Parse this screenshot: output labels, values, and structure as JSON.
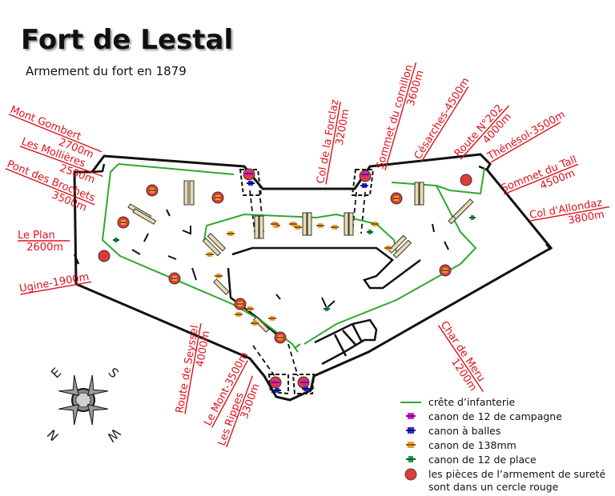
{
  "title": "Fort de Lestal",
  "subtitle": "Armement du fort en 1879",
  "directions": [
    {
      "id": "mont-gombert",
      "lines": [
        "Mont Gombert",
        "2700m"
      ]
    },
    {
      "id": "mollieres",
      "lines": [
        "Les Mollières",
        "2500m"
      ]
    },
    {
      "id": "pont-des-brochets",
      "lines": [
        "Pont des Brochets",
        "3500m"
      ]
    },
    {
      "id": "le-plan",
      "lines": [
        "Le Plan",
        "2600m"
      ]
    },
    {
      "id": "ugine",
      "lines": [
        "Ugine-1900m"
      ]
    },
    {
      "id": "col-de-la-forclaz",
      "lines": [
        "Col de la Forclaz",
        "3200m"
      ]
    },
    {
      "id": "sommet-du-cornillon",
      "lines": [
        "Sommet du cornillon",
        "3600m"
      ]
    },
    {
      "id": "cesarches",
      "lines": [
        "Césarches-4500m"
      ]
    },
    {
      "id": "route-202",
      "lines": [
        "Route N°202",
        "4000m"
      ]
    },
    {
      "id": "thenesol",
      "lines": [
        "Thénésol-3500m"
      ]
    },
    {
      "id": "sommet-du-tall",
      "lines": [
        "Sommet du Tall",
        "4500m"
      ]
    },
    {
      "id": "col-d-allondaz",
      "lines": [
        "Col d'Allondaz",
        "3800m"
      ]
    },
    {
      "id": "char-de-meru",
      "lines": [
        "Char de Meru",
        "1200m"
      ]
    },
    {
      "id": "route-de-seyssel",
      "lines": [
        "Route de Seyssel",
        "4000m"
      ]
    },
    {
      "id": "le-mont",
      "lines": [
        "Le Mont-3500m"
      ]
    },
    {
      "id": "les-rippes",
      "lines": [
        "Les Rippes",
        "3300m"
      ]
    }
  ],
  "compass": {
    "letters": [
      "E",
      "S",
      "W",
      "N"
    ]
  },
  "legend": [
    {
      "id": "crete",
      "label": "crête d’infanterie",
      "color": "#2ea82e"
    },
    {
      "id": "campagne",
      "label": "canon de 12 de campagne",
      "color": "#d01fd0"
    },
    {
      "id": "balles",
      "label": "canon à balles",
      "color": "#2a2ad8"
    },
    {
      "id": "c138",
      "label": "canon de 138mm",
      "color": "#f0a030"
    },
    {
      "id": "place",
      "label": "canon de 12 de place",
      "color": "#1e9e50"
    },
    {
      "id": "surete",
      "label": "les pièces de l’armement de sureté",
      "label2": "sont dans un cercle rouge",
      "color": "#e03030"
    }
  ],
  "colors": {
    "outline": "#111111",
    "crest": "#2ea82e",
    "red": "#e0101a",
    "surete": "#e03a3a",
    "c138": "#f0a030",
    "campagne": "#d01fd0",
    "balles": "#2a2ad8",
    "place": "#1e9e50",
    "emplacement": "#e8dcb0"
  }
}
